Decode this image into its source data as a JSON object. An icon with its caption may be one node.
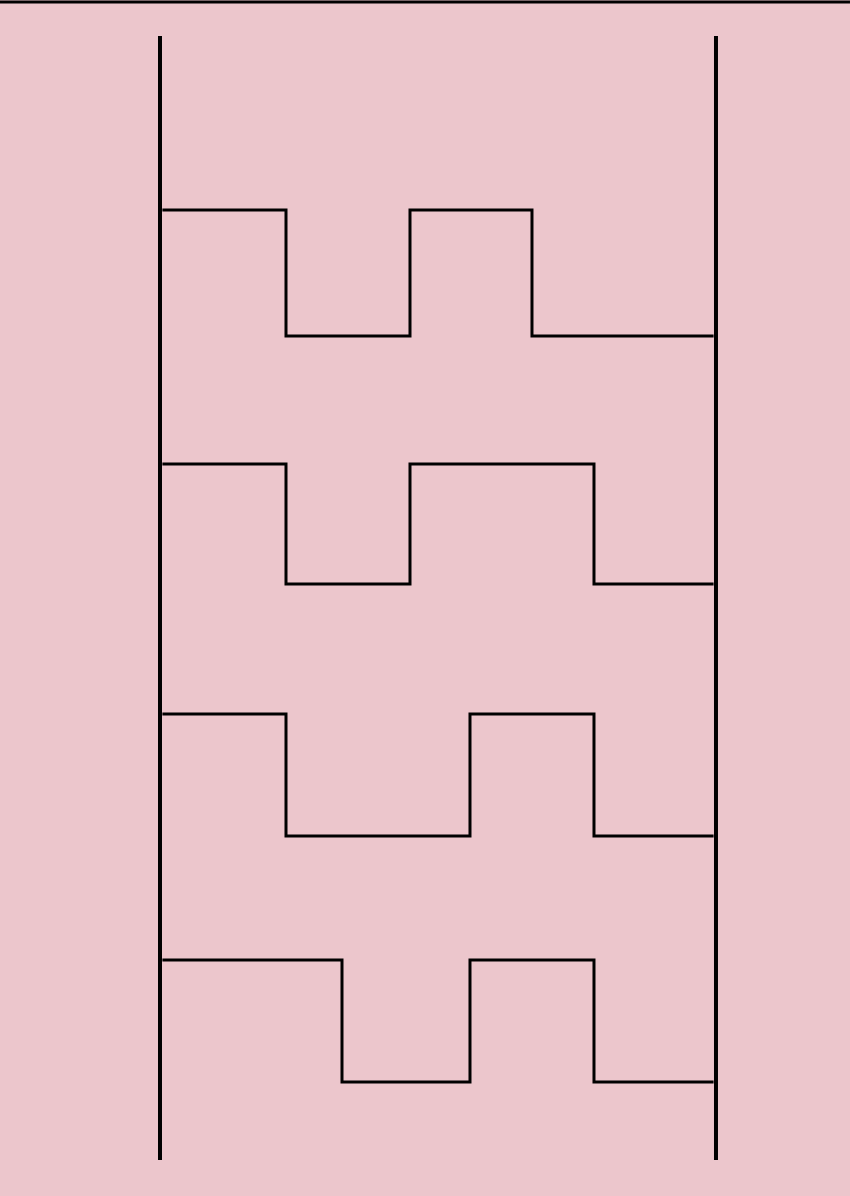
{
  "diagram": {
    "nodes": [
      {
        "text": [],
        "shape": "bar"
      },
      {
        "text": [],
        "shape": "bar"
      }
    ],
    "edges": [
      {
        "from": 0,
        "to": 1,
        "arrow": "none"
      },
      {
        "from": 0,
        "to": 1,
        "arrow": "none"
      },
      {
        "from": 0,
        "to": 1,
        "arrow": "none"
      },
      {
        "from": 0,
        "to": 1,
        "arrow": "none"
      }
    ]
  }
}
